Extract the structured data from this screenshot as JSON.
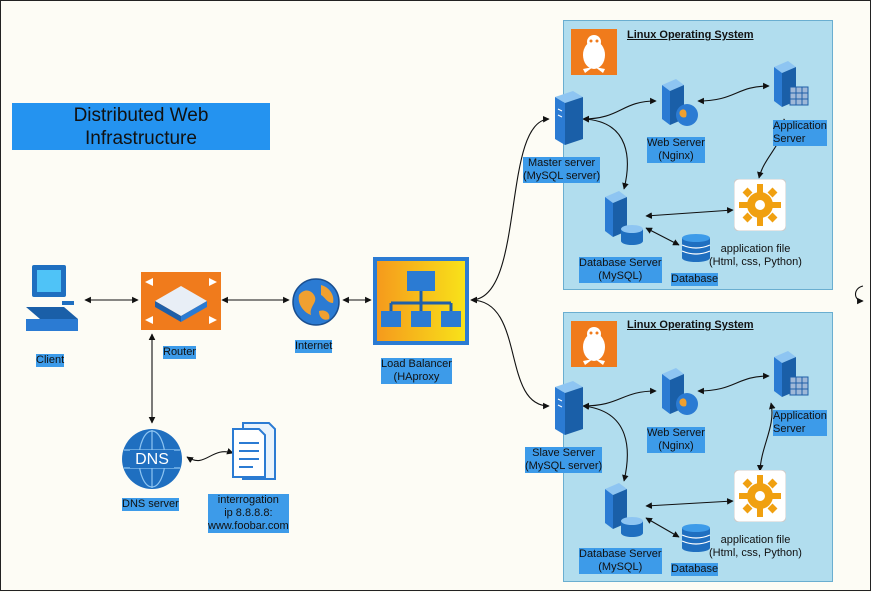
{
  "title": "Distributed Web\nInfrastructure",
  "colors": {
    "canvas": "#fdfcf5",
    "title_bg": "#2493f0",
    "label_highlight": "#3d9be9",
    "panel_bg": "#b1ddee",
    "router_orange": "#f07b1c",
    "server_blue": "#1f6fc0"
  },
  "left": {
    "client": "Client",
    "router": "Router",
    "internet": "Internet",
    "dns_server": "DNS server",
    "dns_badge": "DNS",
    "interrogation": "interrogation\nip 8.8.8.8:\nwww.foobar.com",
    "load_balancer": "Load Balancer\n(HAproxy"
  },
  "panels": [
    {
      "os_title": "Linux Operating System",
      "main_server": "Master server\n(MySQL server)",
      "web_server": "Web Server\n(Nginx)",
      "app_server": "Application\nServer",
      "db_server": "Database Server\n(MySQL)",
      "database": "Database",
      "app_file": "application file\n(Html, css, Python)"
    },
    {
      "os_title": "Linux Operating System",
      "main_server": "Slave Server\n(MySQL server)",
      "web_server": "Web Server\n(Nginx)",
      "app_server": "Application\nServer",
      "db_server": "Database Server\n(MySQL)",
      "database": "Database",
      "app_file": "application file\n(Html, css, Python)"
    }
  ]
}
